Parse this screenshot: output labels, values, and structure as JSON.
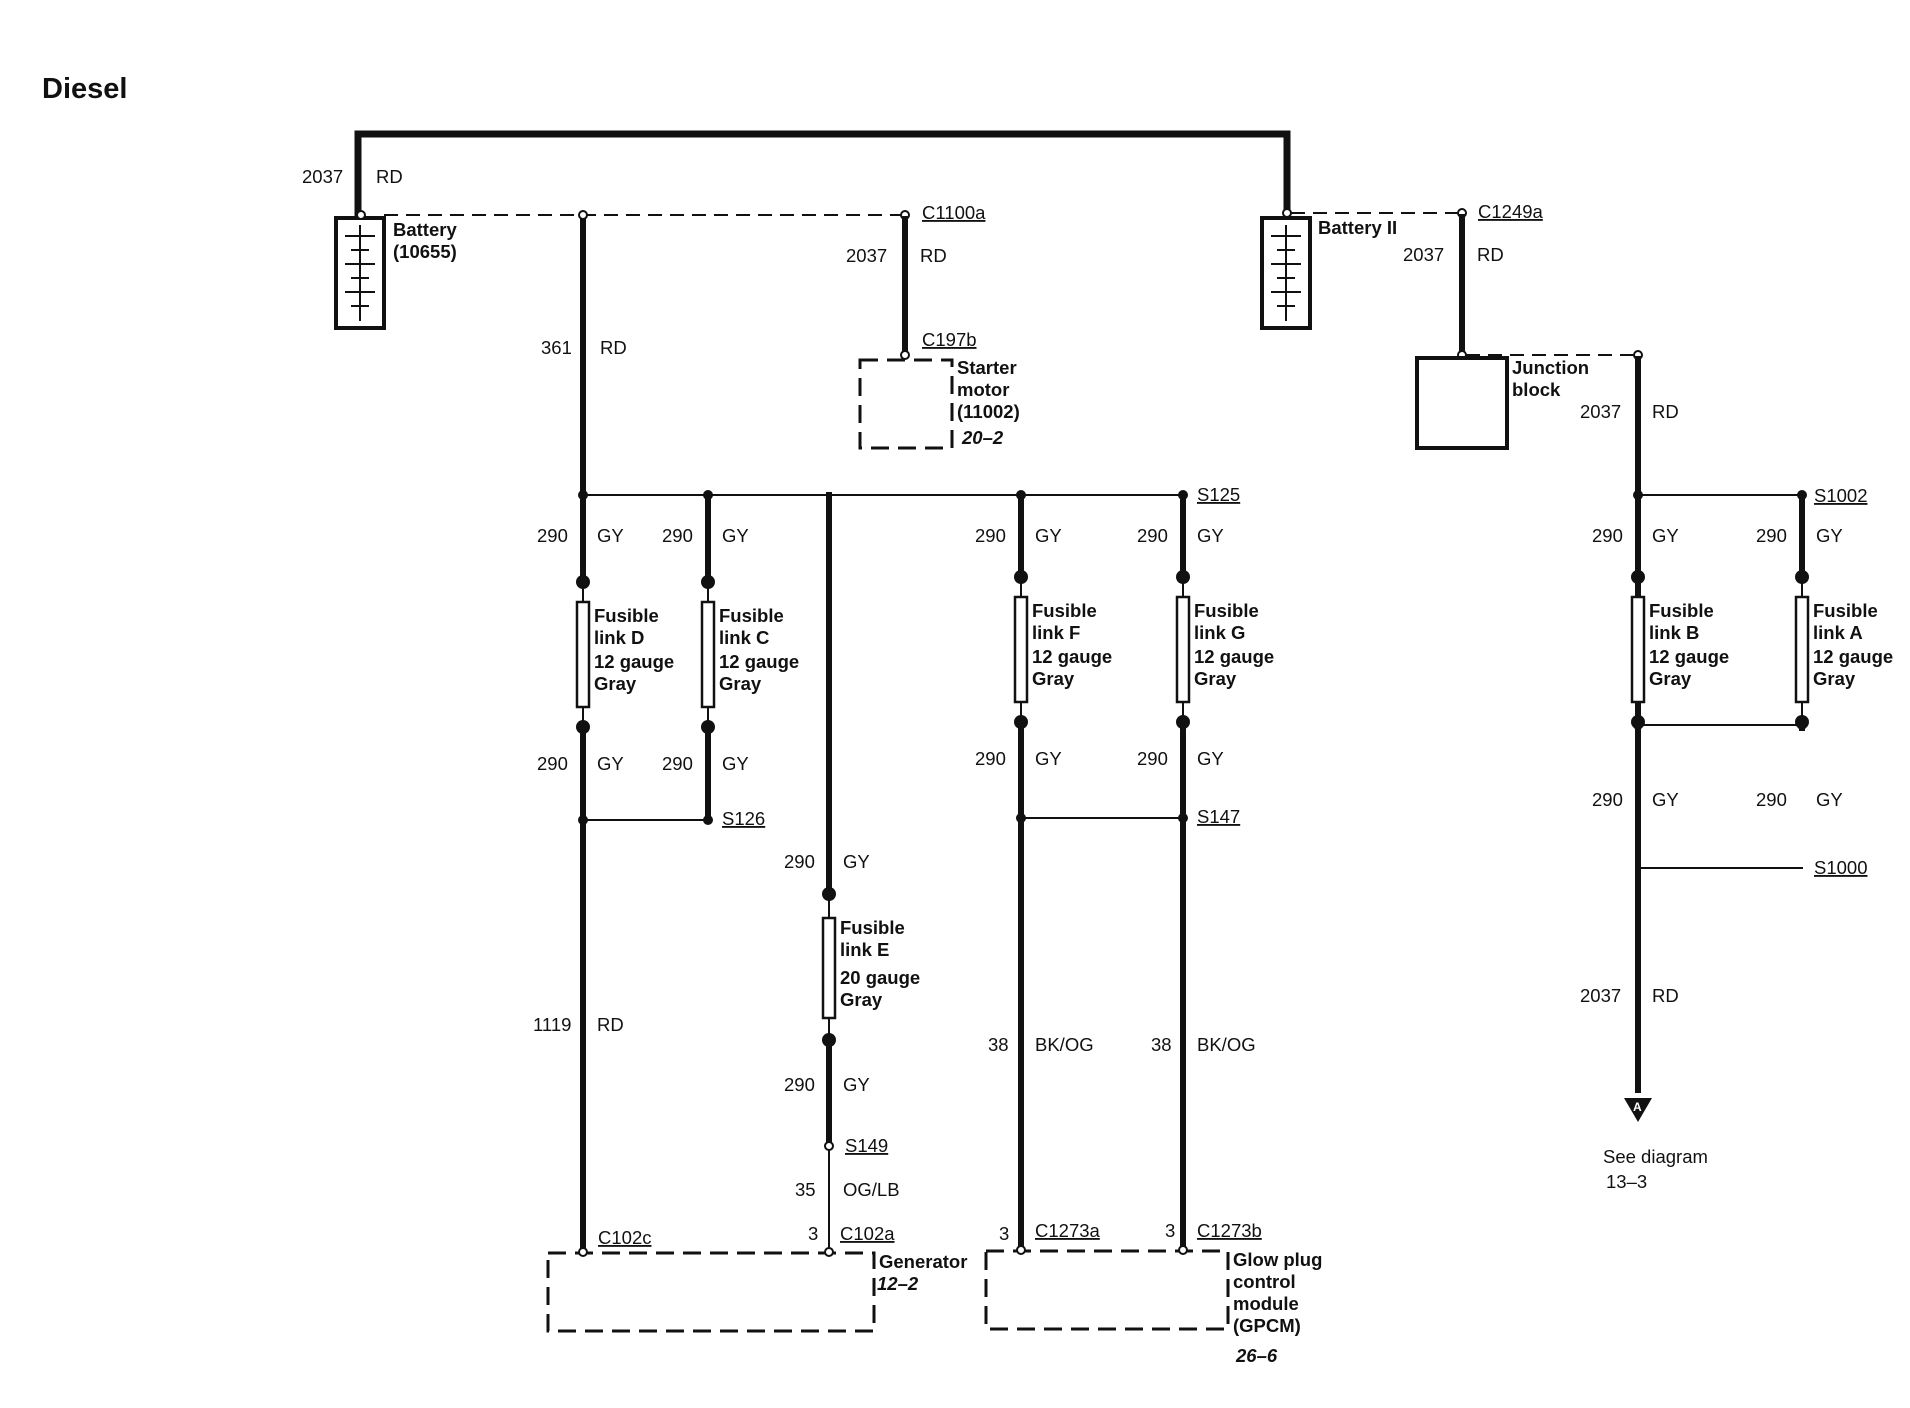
{
  "title": "Diesel",
  "components": {
    "battery1": [
      "Battery",
      "(10655)"
    ],
    "battery2": "Battery II",
    "starter": [
      "Starter",
      "motor",
      "(11002)"
    ],
    "starter_ref": "20–2",
    "junction": [
      "Junction",
      "block"
    ],
    "generator": "Generator",
    "generator_ref": "12–2",
    "gpcm": [
      "Glow plug",
      "control",
      "module",
      "(GPCM)"
    ],
    "gpcm_ref": "26–6",
    "offpage_letter": "A",
    "offpage_ref": [
      "See diagram",
      "13–3"
    ]
  },
  "connectors": {
    "c1100a": "C1100a",
    "c197b": "C197b",
    "c1249a": "C1249a",
    "s125": "S125",
    "s126": "S126",
    "s147": "S147",
    "s149": "S149",
    "s1002": "S1002",
    "s1000": "S1000",
    "c102c": "C102c",
    "c102a": "C102a",
    "c1273a": "C1273a",
    "c1273b": "C1273b",
    "pin3": "3"
  },
  "circuits": {
    "c2037": "2037",
    "c361": "361",
    "c290": "290",
    "c1119": "1119",
    "c35": "35",
    "c38": "38",
    "rd": "RD",
    "gy": "GY",
    "bkog": "BK/OG",
    "oglb": "OG/LB"
  },
  "fusible_links": [
    {
      "name": "Fusible",
      "link": "link D",
      "gauge": "12 gauge",
      "color": "Gray"
    },
    {
      "name": "Fusible",
      "link": "link C",
      "gauge": "12 gauge",
      "color": "Gray"
    },
    {
      "name": "Fusible",
      "link": "link E",
      "gauge": "20 gauge",
      "color": "Gray"
    },
    {
      "name": "Fusible",
      "link": "link F",
      "gauge": "12 gauge",
      "color": "Gray"
    },
    {
      "name": "Fusible",
      "link": "link G",
      "gauge": "12 gauge",
      "color": "Gray"
    },
    {
      "name": "Fusible",
      "link": "link B",
      "gauge": "12 gauge",
      "color": "Gray"
    },
    {
      "name": "Fusible",
      "link": "link A",
      "gauge": "12 gauge",
      "color": "Gray"
    }
  ]
}
